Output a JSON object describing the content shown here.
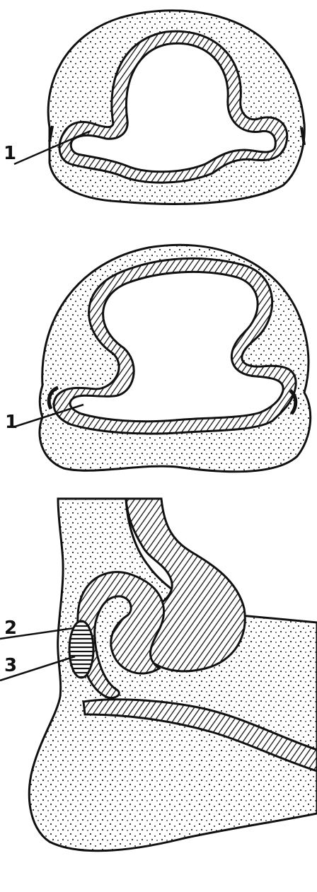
{
  "figure": {
    "labels": {
      "panel_top": "1",
      "panel_middle": "1",
      "panel_bottom_upper": "2",
      "panel_bottom_lower": "3"
    }
  }
}
